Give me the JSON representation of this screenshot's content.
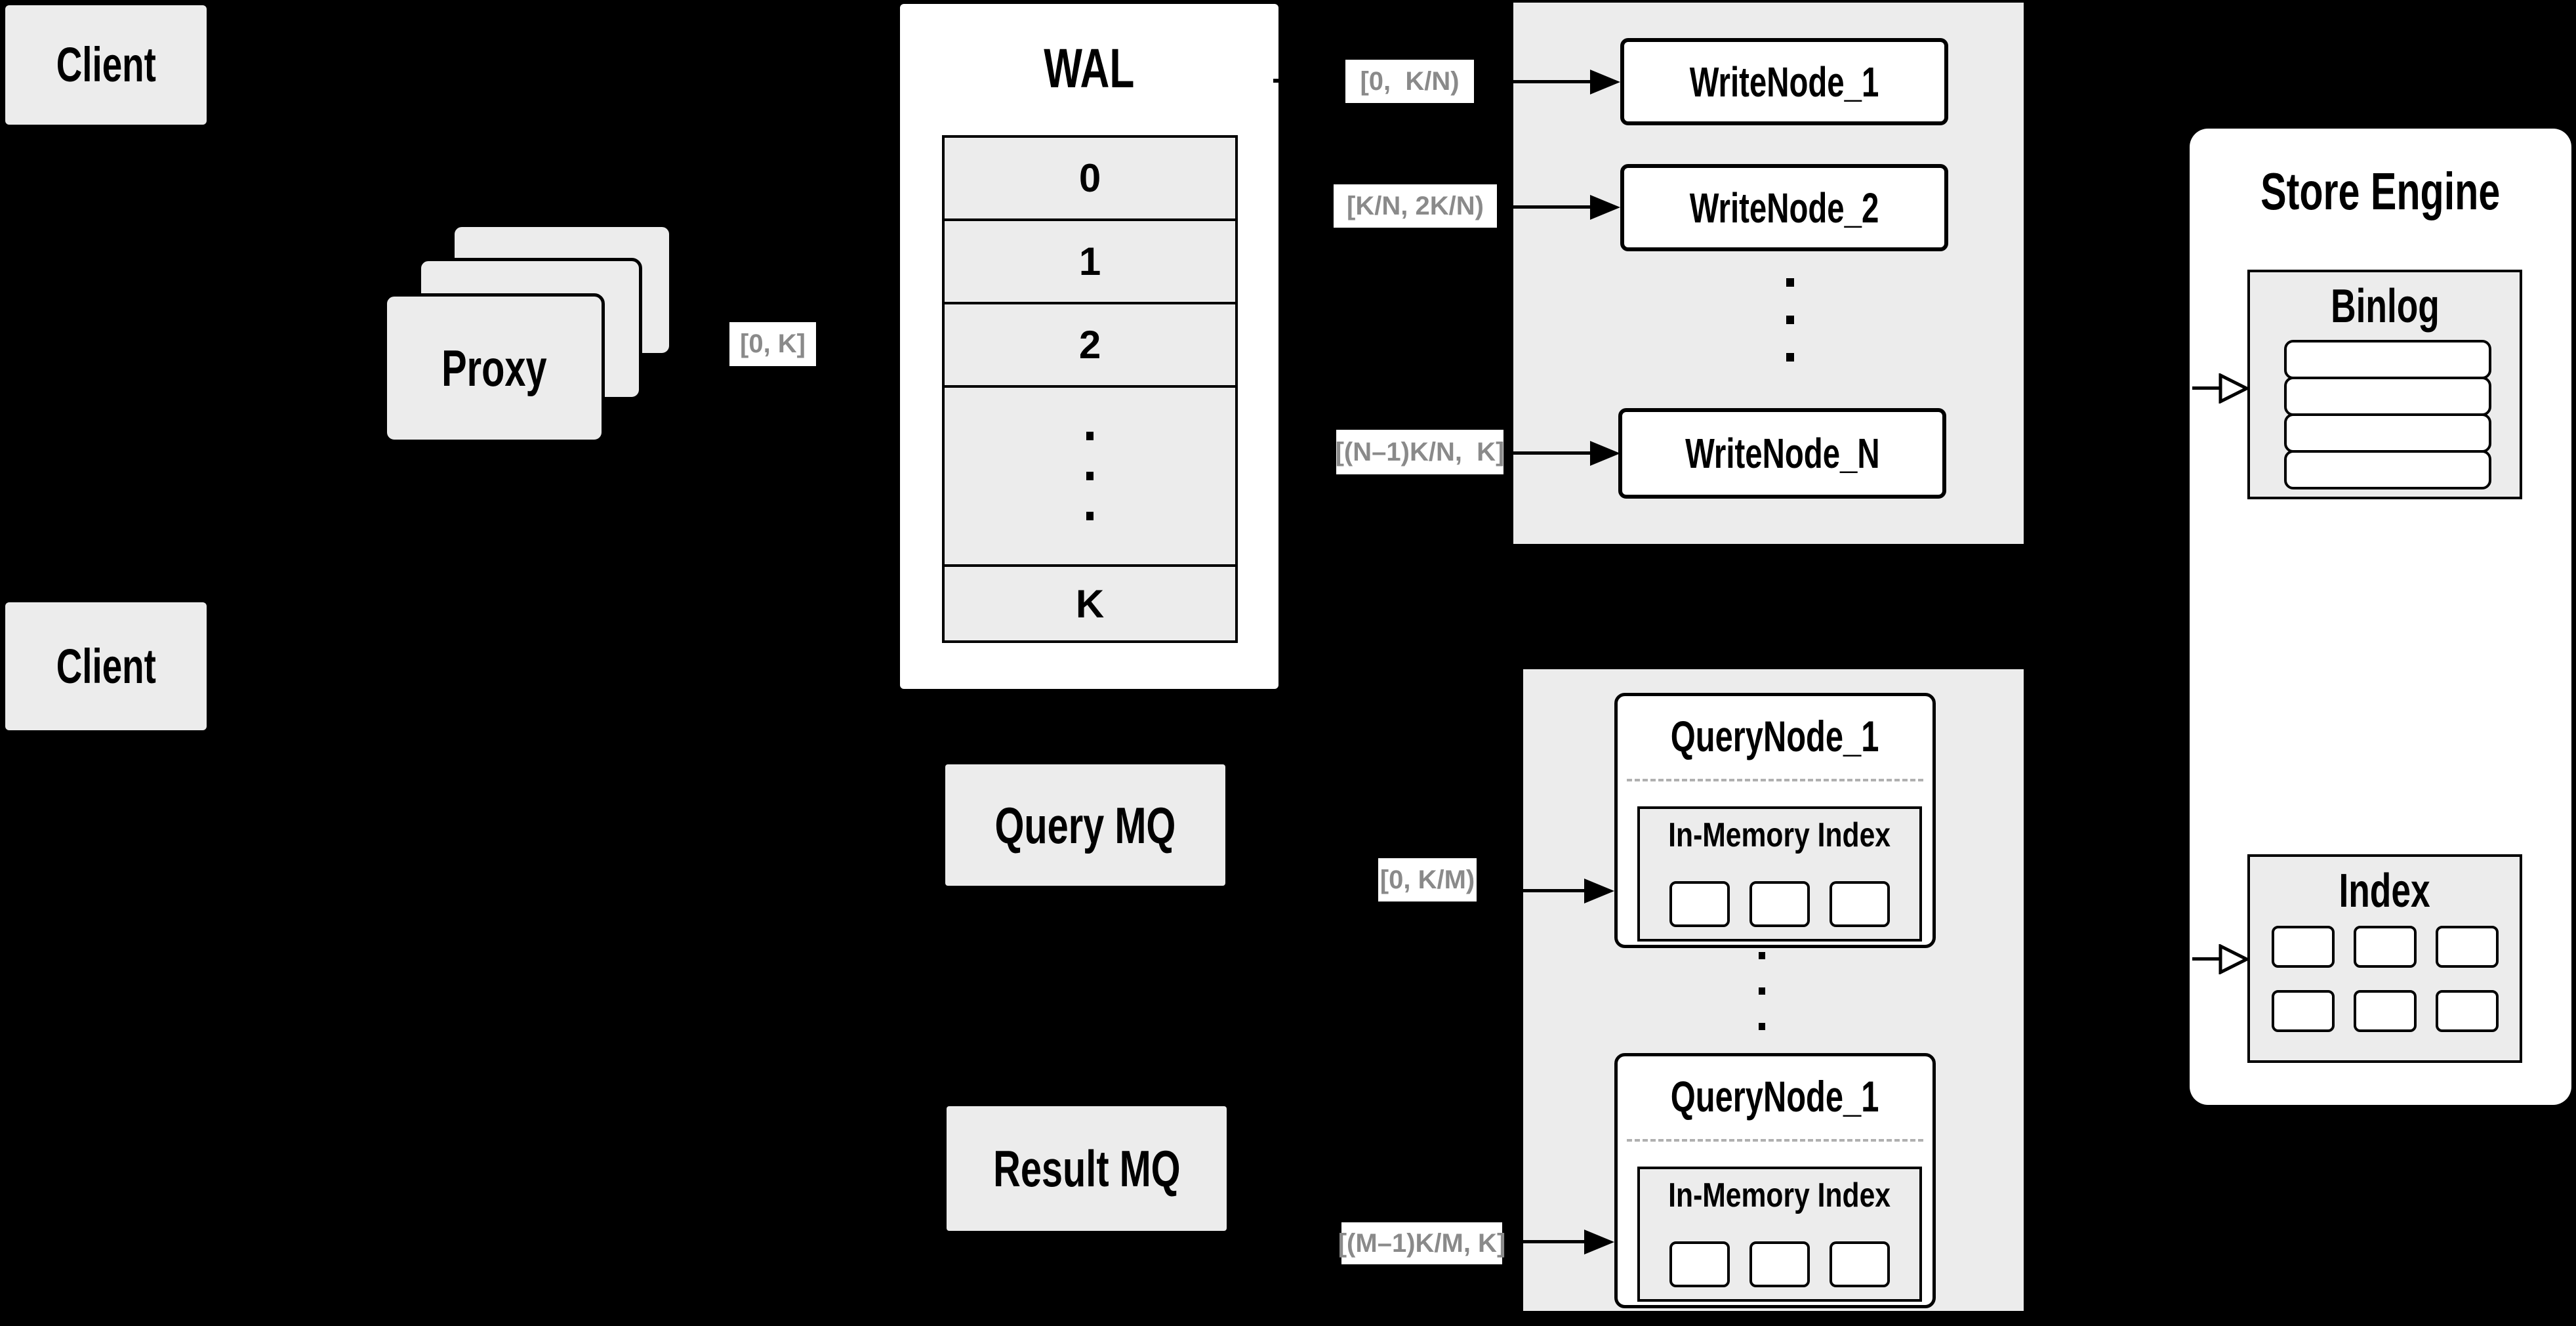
{
  "colors": {
    "background": "#000000",
    "panel_fill": "#ececec",
    "node_fill": "#ffffff",
    "stroke": "#000000",
    "range_label_text": "#8a8a8a",
    "divider_dash": "#b0b0b0"
  },
  "clients": {
    "top_label": "Client",
    "bottom_label": "Client"
  },
  "proxy": {
    "label": "Proxy",
    "stack_count": 3
  },
  "wal": {
    "title": "WAL",
    "segments": [
      "0",
      "1",
      "2"
    ],
    "last_segment": "K"
  },
  "range_labels": {
    "proxy_out": "[0, K]",
    "write_1": "[0,  K/N)",
    "write_2": "[K/N, 2K/N)",
    "write_n": "[(N–1)K/N,  K]",
    "query_1": "[0, K/M)",
    "query_m": "[(M–1)K/M, K]"
  },
  "write_nodes": {
    "node_1": "WriteNode_1",
    "node_2": "WriteNode_2",
    "node_n": "WriteNode_N"
  },
  "query_nodes": {
    "top": {
      "title": "QueryNode_1",
      "inmem_title": "In-Memory Index",
      "segment_cells": 3
    },
    "bottom": {
      "title": "QueryNode_1",
      "inmem_title": "In-Memory Index",
      "segment_cells": 3
    }
  },
  "mq": {
    "query_label": "Query MQ",
    "result_label": "Result MQ"
  },
  "store_engine": {
    "title": "Store Engine",
    "binlog": {
      "title": "Binlog",
      "row_count": 4
    },
    "index": {
      "title": "Index",
      "grid_rows": 2,
      "grid_cols": 3
    }
  },
  "decor": {
    "ellipsis_dot_count": 3
  }
}
